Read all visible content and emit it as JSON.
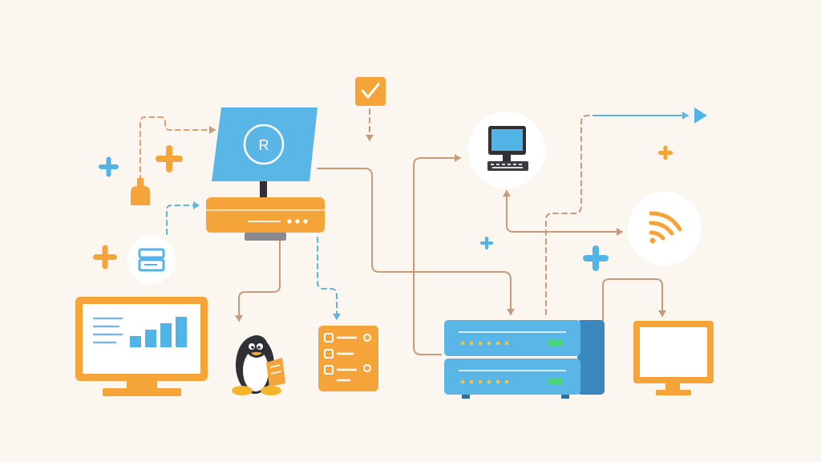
{
  "diagram": {
    "badge_text": "R",
    "nodes": [
      {
        "id": "laptop",
        "icon": "laptop-icon"
      },
      {
        "id": "router",
        "icon": "router-icon"
      },
      {
        "id": "checkbox",
        "icon": "checkbox-icon"
      },
      {
        "id": "desktop",
        "icon": "desktop-computer-icon"
      },
      {
        "id": "wifi",
        "icon": "wifi-icon"
      },
      {
        "id": "server",
        "icon": "server-rack-icon"
      },
      {
        "id": "analytics-monitor",
        "icon": "analytics-monitor-icon"
      },
      {
        "id": "linux-penguin",
        "icon": "penguin-icon"
      },
      {
        "id": "checklist",
        "icon": "checklist-icon"
      },
      {
        "id": "blank-monitor",
        "icon": "monitor-icon"
      },
      {
        "id": "usb-plug",
        "icon": "plug-icon"
      },
      {
        "id": "storage-drive",
        "icon": "storage-icon"
      }
    ],
    "colors": {
      "background": "#fbf6f0",
      "orange": "#f5a43a",
      "blue": "#52b3e6",
      "line_brown": "#c99a79",
      "line_blue": "#5ab6e6",
      "dark": "#2f3136"
    }
  }
}
